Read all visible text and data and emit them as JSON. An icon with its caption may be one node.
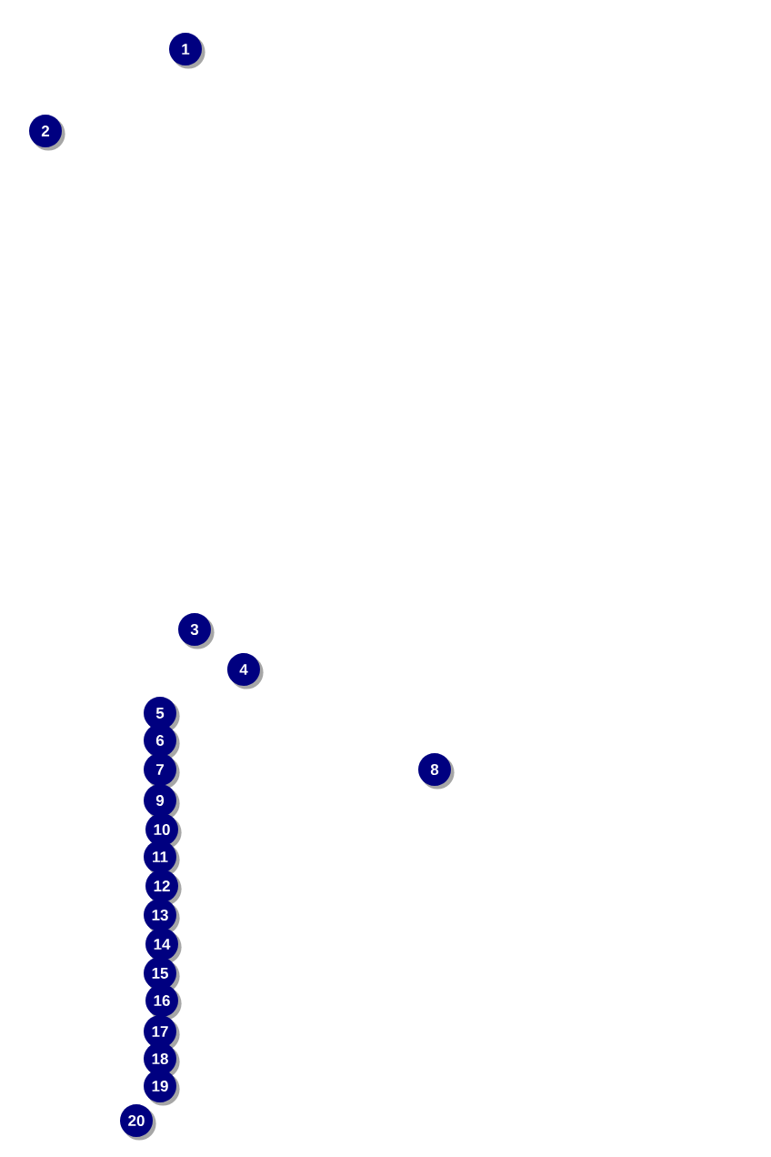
{
  "diagram": {
    "labels": [
      "1",
      "2",
      "3",
      "4",
      "5",
      "6",
      "7",
      "8",
      "9",
      "10",
      "11",
      "12",
      "13",
      "14",
      "15",
      "16",
      "17",
      "18",
      "19",
      "20"
    ]
  }
}
